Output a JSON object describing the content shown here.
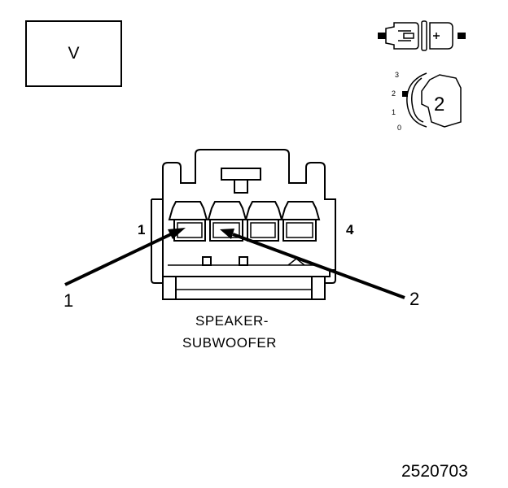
{
  "connector": {
    "color_code": "V",
    "name_line_1": "SPEAKER-",
    "name_line_2": "SUBWOOFER",
    "part_number": "2520703",
    "cavity_first": "1",
    "cavity_last": "4"
  },
  "callouts": [
    "1",
    "2"
  ],
  "position_icon": {
    "scale": [
      "3",
      "2",
      "1",
      "0"
    ],
    "value": "2"
  }
}
